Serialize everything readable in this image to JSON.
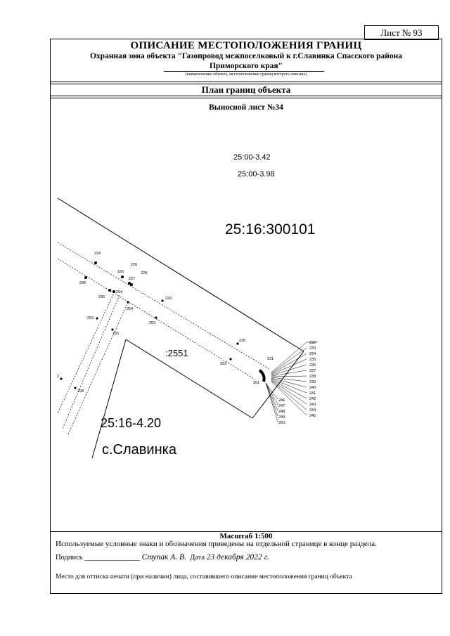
{
  "header": {
    "sheet_number": "Лист № 93",
    "title": "ОПИСАНИЕ МЕСТОПОЛОЖЕНИЯ ГРАНИЦ",
    "object_line1": "Охранная зона объекта \"Газопровод межпоселковый к г.Славинка Спасского района",
    "object_line2": "Приморского края\"",
    "object_caption": "(наименование объекта, местоположение границ которого описано)",
    "section": "План границ объекта",
    "subsheet": "Выносной лист №34"
  },
  "map": {
    "zone_label_1": "25:00-3.42",
    "zone_label_2": "25:00-3.98",
    "quarter_label": "25:16:300101",
    "parcel_label": ":2551",
    "zone_label_3": "25:16-4.20",
    "settlement_label": "с.Славинка",
    "point_labels": {
      "p224": "224",
      "p225": "225",
      "p226": "226",
      "p227": "227",
      "p228": "228",
      "p229": "229",
      "p230": "230",
      "p231": "231",
      "p251": "251",
      "p252": "252",
      "p253": "253",
      "p254": "254",
      "p255": "255",
      "p293": "293",
      "p294": "294",
      "p295": "295",
      "p296": "296",
      "p298": "298",
      "p2": "2"
    },
    "right_labels": [
      "232",
      "233",
      "234",
      "235",
      "236",
      "237",
      "238",
      "239",
      "240",
      "241",
      "242",
      "243",
      "244",
      "245"
    ],
    "bottom_labels": [
      "246",
      "247",
      "248",
      "249",
      "250"
    ]
  },
  "footer": {
    "scale": "Масштаб 1:500",
    "legend": "Используемые условные знаки и обозначения приведены на отдельной странице в конце раздела.",
    "sign_label": "Подпись",
    "sign_line": "_______________",
    "signer": "Ступак А. В.",
    "date_label": "Дата",
    "date_value": "23 декабря 2022 г.",
    "stamp_text": "Место для оттиска печати (при наличии) лица, составившего описание местоположения границ объекта"
  }
}
